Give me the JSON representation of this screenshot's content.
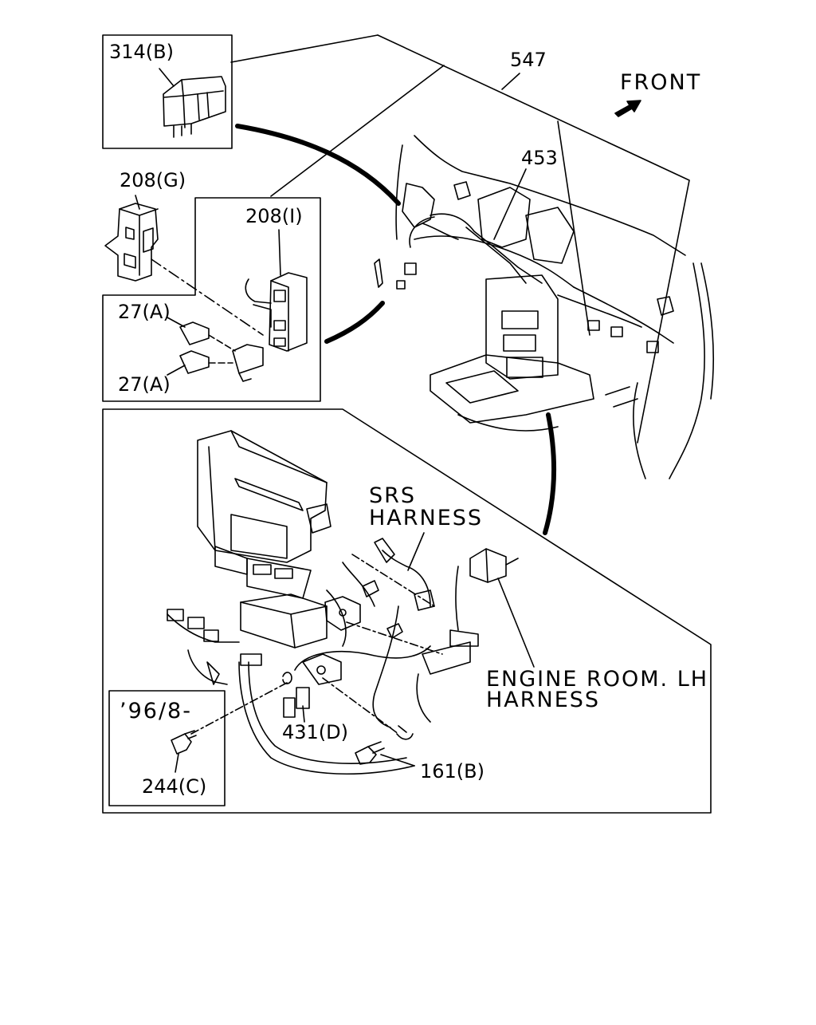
{
  "labels": {
    "part_547": "547",
    "front": "FRONT",
    "part_453": "453",
    "part_314b": "314(B)",
    "part_208g": "208(G)",
    "part_208i": "208(I)",
    "part_27a_top": "27(A)",
    "part_27a_bottom": "27(A)",
    "srs_line1": "SRS",
    "srs_line2": "HARNESS",
    "engine_line1": "ENGINE ROOM. LH",
    "engine_line2": "HARNESS",
    "date_code": "’96/8-",
    "part_431d": "431(D)",
    "part_244c": "244(C)",
    "part_161b": "161(B)"
  },
  "colors": {
    "ink": "#000000",
    "paper": "#ffffff"
  }
}
